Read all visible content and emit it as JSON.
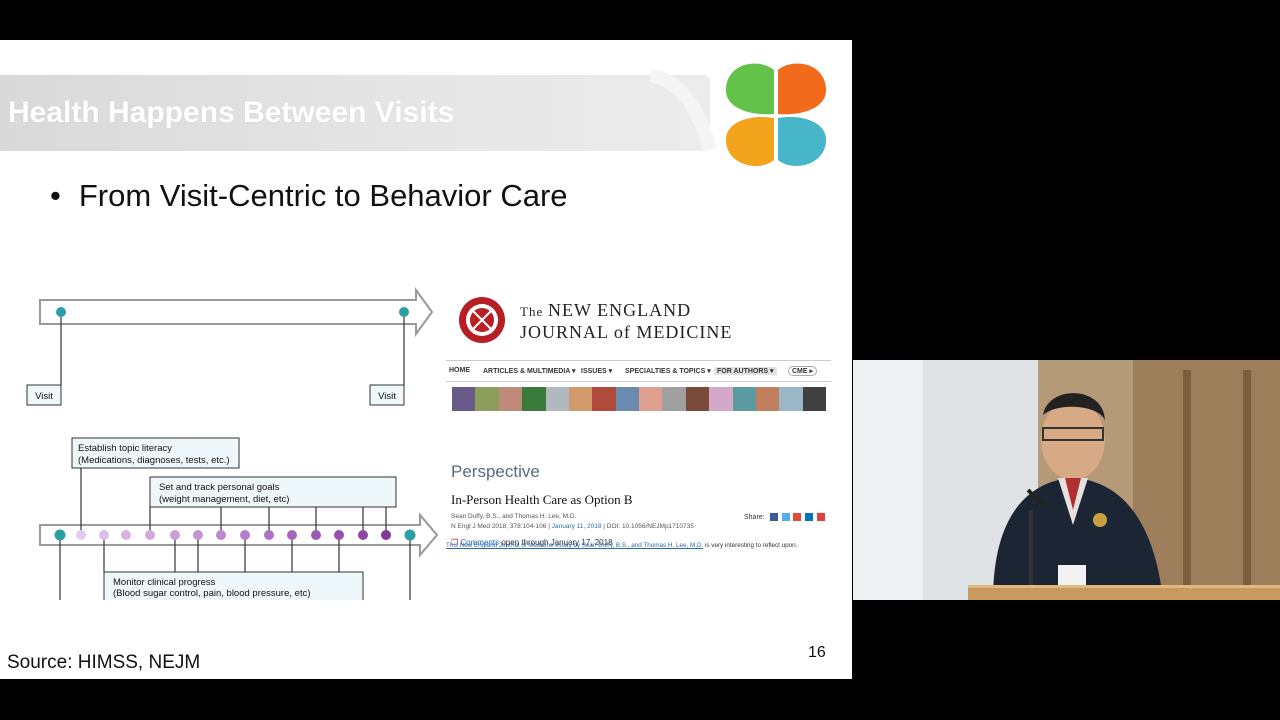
{
  "slide": {
    "title": "Health Happens Between Visits",
    "bullet": "From Visit-Centric to Behavior Care",
    "source": "Source: HIMSS, NEJM",
    "page_number": "16"
  },
  "diagram": {
    "visit_label": "Visit",
    "box1": {
      "line1": "Establish topic literacy",
      "line2": "(Medications, diagnoses, tests, etc.)"
    },
    "box2": {
      "line1": "Set and track personal goals",
      "line2": "(weight management, diet, etc)"
    },
    "box3": {
      "line1": "Monitor clinical progress",
      "line2": "(Blood sugar control, pain, blood pressure, etc)"
    },
    "colors": {
      "teal": "#2aa0a4",
      "purple_light": "#d8b4e2",
      "purple_dark": "#8a3a9a"
    }
  },
  "nejm": {
    "title_the": "The",
    "title_line1": "NEW ENGLAND",
    "title_line2": "JOURNAL of MEDICINE",
    "nav": [
      "HOME",
      "ARTICLES & MULTIMEDIA ▾",
      "ISSUES ▾",
      "SPECIALTIES & TOPICS ▾",
      "FOR AUTHORS ▾",
      "CME ▸"
    ],
    "section": "Perspective",
    "article_title": "In-Person Health Care as Option B",
    "authors": "Sean Duffy, B.S., and Thomas H. Lee, M.D.",
    "citation_prefix": "N Engl J Med 2018; 378:104-106 |",
    "citation_date": "January 11, 2018",
    "citation_doi": "| DOI: 10.1056/NEJMp1710735",
    "comments_link": "Comments",
    "comments_text": "open through January 17, 2018",
    "share_label": "Share:",
    "footnote_link": "This New England Journal of Medicine essay by Sean Duffy, B.S., and Thomas H. Lee, M.D.",
    "footnote_text": " is very interesting to reflect upon."
  }
}
